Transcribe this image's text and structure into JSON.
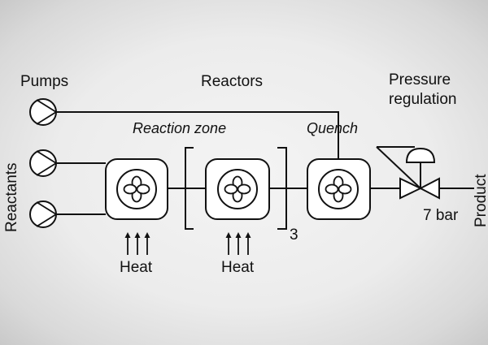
{
  "labels": {
    "pumps": "Pumps",
    "reactors": "Reactors",
    "pressure_line1": "Pressure",
    "pressure_line2": "regulation",
    "reaction_zone": "Reaction zone",
    "quench": "Quench",
    "reactants": "Reactants",
    "product": "Product",
    "pressure_value": "7 bar",
    "repeat_count": "3",
    "heat_1": "Heat",
    "heat_2": "Heat"
  }
}
